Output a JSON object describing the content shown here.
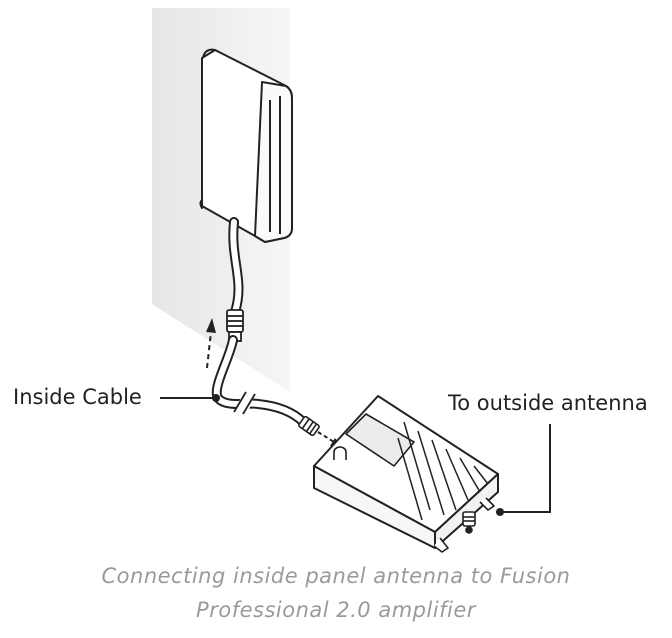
{
  "labels": {
    "inside_cable": "Inside Cable",
    "outside_antenna": "To outside antenna"
  },
  "caption": {
    "line1": "Connecting inside panel antenna to Fusion",
    "line2": "Professional 2.0 amplifier"
  },
  "colors": {
    "line": "#222222",
    "wall": "#ededed",
    "caption": "#9a9a9a"
  }
}
